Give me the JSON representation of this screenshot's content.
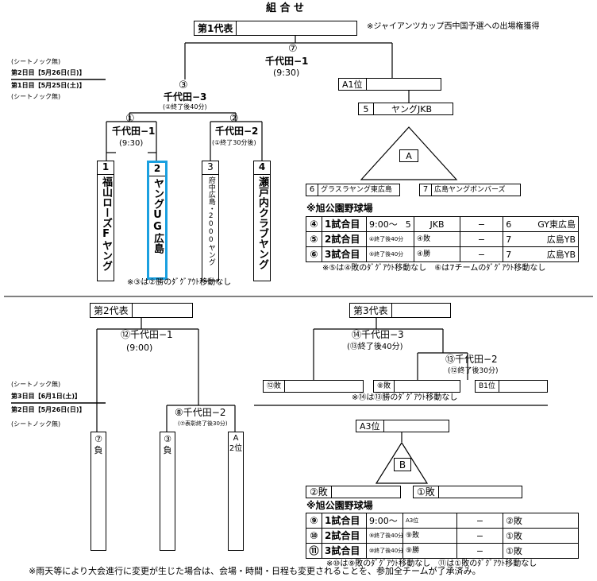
{
  "title": "組 合 せ",
  "note_top": "※ジャイアンツカップ西中国予選への出場権獲得",
  "rep1": "第1代表",
  "rep2": "第2代表",
  "rep3": "第3代表",
  "left_days_top": {
    "line1": "(シートノック無)",
    "line2": "第2日目【5月26日(日)】",
    "line3": "第1日目【5月25日(土)】",
    "line4": "(シートノック無)"
  },
  "left_days_bottom": {
    "line1": "(シートノック無)",
    "line2": "第3日目【6月1日(土)】",
    "line3": "第2日目【5月26日(日)】",
    "line4": "(シートノック無)"
  },
  "m7": {
    "num": "⑦",
    "venue": "千代田−1",
    "time": "(9:30)"
  },
  "m3": {
    "num": "③",
    "venue": "千代田−3",
    "time": "(②終了後40分)"
  },
  "m1": {
    "num": "①",
    "venue": "千代田−1",
    "time": "(9:30)"
  },
  "m2": {
    "num": "②",
    "venue": "千代田−2",
    "time": "(①終了30分後)"
  },
  "teams": [
    {
      "num": "1",
      "name": "福山ローズFヤング"
    },
    {
      "num": "2",
      "name": "ヤングUG広島"
    },
    {
      "num": "3",
      "name": "府中広島・2000ヤング"
    },
    {
      "num": "4",
      "name": "瀬戸内クラブヤング"
    }
  ],
  "note_m3": "※③は②勝のﾀﾞｸﾞｱｳﾄ移動なし",
  "a1": "A1位",
  "groupA": {
    "top_num": "5",
    "top_name": "ヤングJKB",
    "label": "A",
    "left_num": "6",
    "left_name": "グラスラヤング東広島",
    "right_num": "7",
    "right_name": "広島ヤングボンバーズ"
  },
  "venue": "※旭公園野球場",
  "scheduleA": [
    {
      "no": "④",
      "game": "1試合目",
      "time": "9:00〜",
      "home_num": "5",
      "home": "JKB",
      "dash": "−",
      "away_num": "6",
      "away": "GY東広島"
    },
    {
      "no": "⑤",
      "game": "2試合目",
      "time": "④終了後40分",
      "home_num": "",
      "home": "④敗",
      "dash": "−",
      "away_num": "7",
      "away": "広島YB"
    },
    {
      "no": "⑥",
      "game": "3試合目",
      "time": "⑤終了後40分",
      "home_num": "",
      "home": "④勝",
      "dash": "−",
      "away_num": "7",
      "away": "広島YB"
    }
  ],
  "note_a": "※⑤は④敗のﾀﾞｸﾞｱｳﾄ移動なし　⑥は7チームのﾀﾞｸﾞｱｳﾄ移動なし",
  "m12": {
    "venue": "⑫千代田−1",
    "time": "(9:00)"
  },
  "m8": {
    "venue": "⑧千代田−2",
    "time": "(⑦表彰終了後30分)"
  },
  "m14": {
    "venue": "⑭千代田−3",
    "time": "(⑬終了後40分)"
  },
  "m13": {
    "venue": "⑬千代田−2",
    "time": "(⑫終了後30分)"
  },
  "bottom_slots": [
    {
      "top": "⑦",
      "bottom": "負"
    },
    {
      "top": "③",
      "bottom": "負"
    },
    {
      "top": "A",
      "bottom": "2位"
    }
  ],
  "loser12": "⑫敗",
  "loser8": "⑧敗",
  "b1": "B1位",
  "note_m14": "※⑭は⑬勝のﾀﾞｸﾞｱｳﾄ移動なし",
  "a3": "A3位",
  "groupB": {
    "label": "B",
    "left": "②敗",
    "right": "①敗"
  },
  "scheduleB": [
    {
      "no": "⑨",
      "game": "1試合目",
      "time": "9:00〜",
      "home": "A3位",
      "dash": "−",
      "away": "②敗"
    },
    {
      "no": "⑩",
      "game": "2試合目",
      "time": "⑨終了後40分",
      "home": "⑨敗",
      "dash": "−",
      "away": "①敗"
    },
    {
      "no": "⑪",
      "game": "3試合目",
      "time": "⑩終了後40分",
      "home": "⑨勝",
      "dash": "−",
      "away": "①敗"
    }
  ],
  "note_b": "※⑩は⑨敗のﾀﾞｸﾞｱｳﾄ移動なし　⑪は①敗のﾀﾞｸﾞｱｳﾄ移動なし",
  "footer": "※雨天等により大会進行に変更が生じた場合は、会場・時間・日程も変更されることを、参加全チームが了承済み。"
}
